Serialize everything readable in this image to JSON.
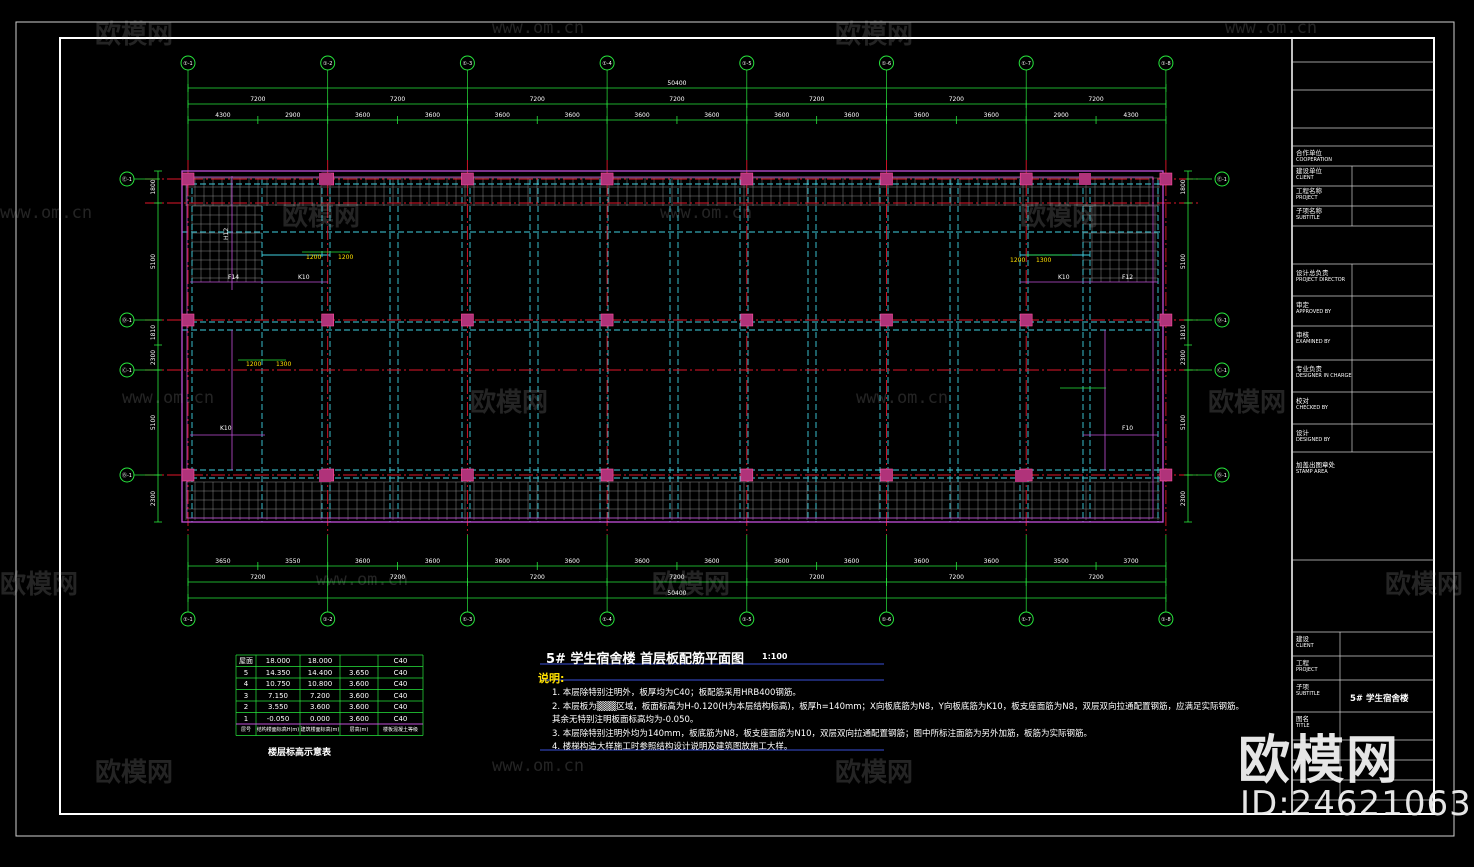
{
  "drawing": {
    "title": "5# 学生宿舍楼  首层板配筋平面图",
    "scale": "1:100",
    "total_dimension": "50400",
    "top_bay_dims": [
      "7200",
      "7200",
      "7200",
      "7200",
      "7200",
      "7200",
      "7200"
    ],
    "top_sub_dims": [
      "4300",
      "2900",
      "3600",
      "3600",
      "3600",
      "3600",
      "3600",
      "3600",
      "3600",
      "3600",
      "3600",
      "3600",
      "2900",
      "4300"
    ],
    "bottom_sub_dims": [
      "3650",
      "3550",
      "3600",
      "3600",
      "3600",
      "3600",
      "3600",
      "3600",
      "3600",
      "3600",
      "3600",
      "3600",
      "3500",
      "3700"
    ],
    "bottom_bay_dims": [
      "7200",
      "7200",
      "7200",
      "7200",
      "7200",
      "7200",
      "7200"
    ],
    "axis_labels_top": [
      "①-1",
      "①-2",
      "①-3",
      "①-4",
      "①-5",
      "①-6",
      "①-7",
      "①-8"
    ],
    "axis_labels_left": [
      "Ⓔ-1",
      "Ⓓ-1",
      "Ⓒ-1",
      "Ⓑ-1"
    ],
    "side_dims_left": [
      "1800",
      "5100",
      "1810",
      "2300",
      "5100",
      "2300"
    ],
    "side_dims_right": [
      "1800",
      "5100",
      "1810",
      "2300",
      "5100",
      "2300"
    ],
    "plan_labels": [
      "H12",
      "F14",
      "K10",
      "K10",
      "F12",
      "K10",
      "F10",
      "1200",
      "1200",
      "1300",
      "1200",
      "1200",
      "1300"
    ]
  },
  "floor_table": {
    "caption": "楼层标高示意表",
    "header": [
      "层号",
      "结构楼面标高H(m)",
      "建筑楼面标高(m)",
      "层高(m)",
      "楼板混凝土等级"
    ],
    "rows": [
      [
        "屋面",
        "18.000",
        "18.000",
        "",
        "C40"
      ],
      [
        "5",
        "14.350",
        "14.400",
        "3.650",
        "C40"
      ],
      [
        "4",
        "10.750",
        "10.800",
        "3.600",
        "C40"
      ],
      [
        "3",
        "7.150",
        "7.200",
        "3.600",
        "C40"
      ],
      [
        "2",
        "3.550",
        "3.600",
        "3.600",
        "C40"
      ],
      [
        "1",
        "-0.050",
        "0.000",
        "3.600",
        "C40"
      ]
    ]
  },
  "notes": {
    "heading": "说明:",
    "items": [
      "1. 本层除特别注明外，板厚均为C40；板配筋采用HRB400钢筋。",
      "2. 本层板为▒▒▒区域，板面标高为H-0.120(H为本层结构标高)，板厚h=140mm；X向板底筋为N8，Y向板底筋为K10，板支座面筋为N8，双层双向拉通配置钢筋，应满足实际钢筋。",
      "   其余无特别注明板面标高均为-0.050。",
      "3. 本层除特别注明外均为140mm，板底筋为N8，板支座面筋为N10，双层双向拉通配置钢筋；图中所标注面筋为另外加筋，板筋为实际钢筋。",
      "4. 楼梯构造大样施工时参照结构设计说明及建筑图放施工大样。"
    ]
  },
  "title_block": {
    "rows": [
      "合作单位 COOPERATION",
      "建设单位 CLIENT",
      "工程名称 PROJECT",
      "子项名称 SUBTITLE",
      "设计总负责 PROJECT DIRECTOR",
      "审定 APPROVED BY",
      "审核 EXAMINED BY",
      "专业负责 DESIGNER IN CHARGE",
      "校对 CHECKED BY",
      "设计 DESIGNED BY",
      "加盖出图章处 STAMP AREA"
    ],
    "bottom_rows": [
      "建设 CLIENT",
      "工程 PROJECT",
      "子项 SUBTITLE",
      "图名 TITLE"
    ],
    "subtitle_value": "5# 学生宿舍楼"
  },
  "watermark": {
    "brand": "欧模网",
    "url": "www.om.cn",
    "id": "ID:24621063"
  },
  "colors": {
    "background": "#000000",
    "grid_line": "#e0162a",
    "dim_line": "#27e63c",
    "beam": "#3fd0e0",
    "slab_outline": "#c24fd9",
    "column": "#b0337a",
    "hatch": "#8a8a8a"
  }
}
